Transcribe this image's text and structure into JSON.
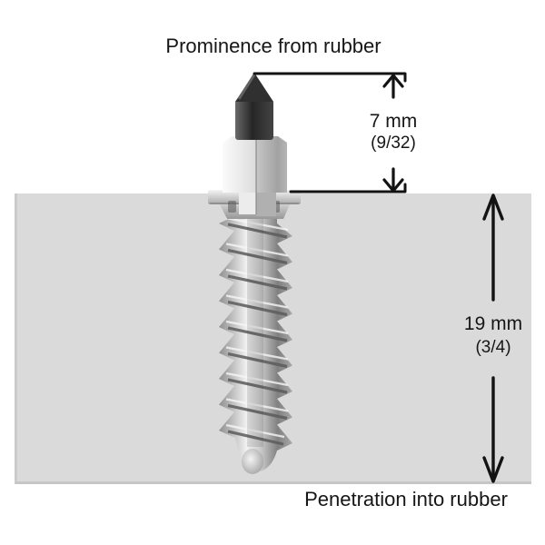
{
  "diagram": {
    "title": "Prominence from rubber",
    "bottom_caption": "Penetration into rubber",
    "subject": "tire-stud-screw-cross-section",
    "measurements": {
      "prominence": {
        "value": "7 mm",
        "fraction": "(9/32)"
      },
      "penetration": {
        "value": "19 mm",
        "fraction": "(3/4)"
      }
    },
    "icons": {
      "up_arrow": "↑",
      "down_arrow": "↓"
    },
    "colors": {
      "background": "#ffffff",
      "rubber_fill": "#dadada",
      "rubber_edge": "#c6c6c6",
      "line": "#131313",
      "text": "#161616",
      "stud_pin": "#2e2e2e",
      "stud_metal_light": "#f4f4f4",
      "stud_metal_dark": "#8f8f8f"
    }
  }
}
